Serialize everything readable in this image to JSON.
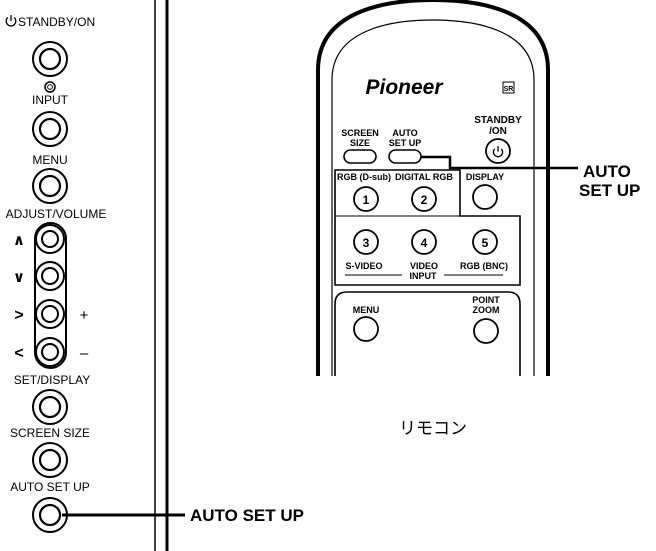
{
  "panel": {
    "standby_label": "STANDBY/ON",
    "input_label": "INPUT",
    "menu_label": "MENU",
    "adjust_label": "ADJUST/VOLUME",
    "up_glyph": "∧",
    "down_glyph": "∨",
    "right_glyph": ">",
    "left_glyph": "<",
    "plus": "+",
    "minus": "–",
    "set_display_label": "SET/DISPLAY",
    "screen_size_label": "SCREEN SIZE",
    "auto_setup_label": "AUTO SET UP"
  },
  "panel_callout": "AUTO SET UP",
  "remote": {
    "brand": "Pioneer",
    "sr_badge": "SR",
    "standby_label_1": "STANDBY",
    "standby_label_2": "/ON",
    "screen_size_1": "SCREEN",
    "screen_size_2": "SIZE",
    "auto_setup_1": "AUTO",
    "auto_setup_2": "SET UP",
    "rgb_dsub": "RGB (D-sub)",
    "digital_rgb": "DIGITAL RGB",
    "display": "DISPLAY",
    "num1": "1",
    "num2": "2",
    "num3": "3",
    "num4": "4",
    "num5": "5",
    "svideo": "S-VIDEO",
    "video": "VIDEO",
    "rgb_bnc": "RGB (BNC)",
    "input": "INPUT",
    "menu": "MENU",
    "point_zoom_1": "POINT",
    "point_zoom_2": "ZOOM"
  },
  "remote_callout_1": "AUTO",
  "remote_callout_2": "SET UP",
  "remote_caption": "リモコン"
}
